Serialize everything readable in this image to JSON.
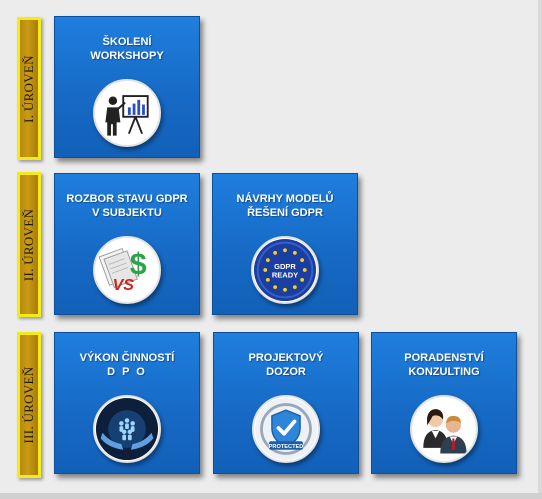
{
  "levels": [
    {
      "label": "I. ÚROVEŇ",
      "cards": [
        {
          "lines": [
            "ŠKOLENÍ",
            "WORKSHOPY"
          ],
          "icon": "presentation-icon"
        }
      ]
    },
    {
      "label": "II. ÚROVEŇ",
      "cards": [
        {
          "lines": [
            "ROZBOR STAVU GDPR",
            "V SUBJEKTU"
          ],
          "icon": "documents-vs-money-icon",
          "icon_text": "VS"
        },
        {
          "lines": [
            "NÁVRHY MODELŮ",
            "ŘEŠENÍ GDPR"
          ],
          "icon": "gdpr-ready-eu-icon",
          "icon_text": [
            "GDPR",
            "READY"
          ]
        }
      ]
    },
    {
      "label": "III. ÚROVEŇ",
      "cards": [
        {
          "lines": [
            "VÝKON ČINNOSTÍ",
            "D P O"
          ],
          "icon": "hands-protecting-people-icon"
        },
        {
          "lines": [
            "PROJEKTOVÝ",
            "DOZOR"
          ],
          "icon": "protected-shield-icon",
          "icon_text": "PROTECTED"
        },
        {
          "lines": [
            "PORADENSTVÍ",
            "KONZULTING"
          ],
          "icon": "business-consultants-icon"
        }
      ]
    }
  ],
  "colors": {
    "card_blue": "#1669c4",
    "tab_gold": "#c99a14",
    "tab_border_yellow": "#f3ea1c",
    "background": "#ececec",
    "eu_blue": "#1b3fa0",
    "eu_stars": "#f6d21a",
    "dollar_green": "#2aa34a",
    "vs_red": "#d0231c"
  }
}
